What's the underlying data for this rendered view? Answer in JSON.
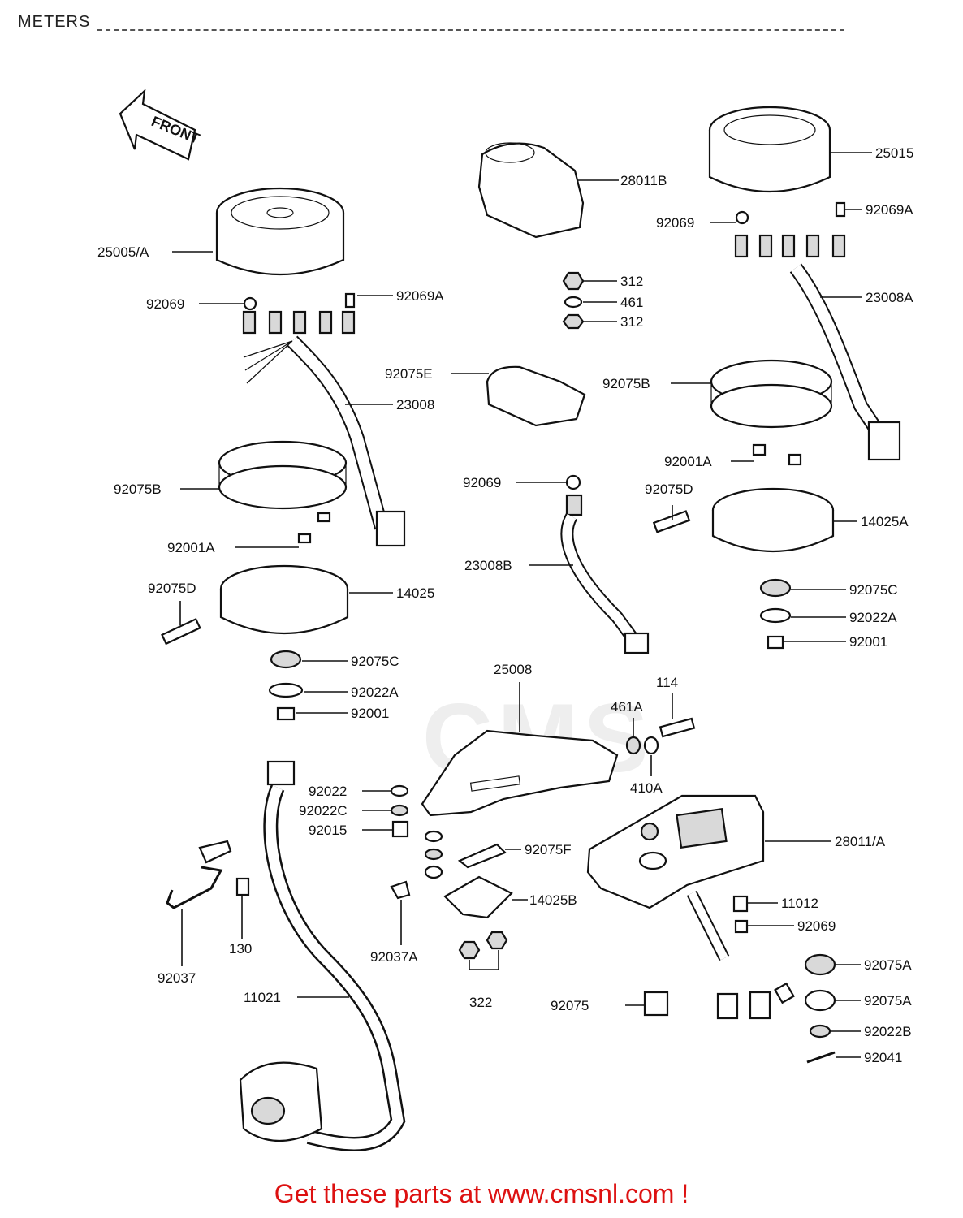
{
  "header": {
    "title": "METERS"
  },
  "front_arrow": {
    "text": "FRONT"
  },
  "watermark": {
    "text": "CMS"
  },
  "callouts": {
    "c25005A": "25005/A",
    "c92069_left": "92069",
    "c92069A_left": "92069A",
    "c23008": "23008",
    "c92075B_left": "92075B",
    "c92001A_left": "92001A",
    "c92075D_left": "92075D",
    "c14025": "14025",
    "c92075C_left": "92075C",
    "c92022A_left": "92022A",
    "c92001_left": "92001",
    "c28011B": "28011B",
    "c312_top": "312",
    "c461": "461",
    "c312_bottom": "312",
    "c92075E": "92075E",
    "c92069_mid": "92069",
    "c23008B": "23008B",
    "c25015": "25015",
    "c92069_right": "92069",
    "c92069A_right": "92069A",
    "c23008A": "23008A",
    "c92075B_right": "92075B",
    "c92001A_right": "92001A",
    "c92075D_right": "92075D",
    "c14025A": "14025A",
    "c92075C_right": "92075C",
    "c92022A_right": "92022A",
    "c92001_right": "92001",
    "c25008": "25008",
    "c114": "114",
    "c461A": "461A",
    "c410A": "410A",
    "c92022": "92022",
    "c92022C": "92022C",
    "c92015": "92015",
    "c92075F": "92075F",
    "c14025B": "14025B",
    "c28011A": "28011/A",
    "c11012": "11012",
    "c92069_low": "92069",
    "c92037": "92037",
    "c130": "130",
    "c92037A": "92037A",
    "c322": "322",
    "c11021": "11021",
    "c92075": "92075",
    "c92075A_top": "92075A",
    "c92075A_bottom": "92075A",
    "c92022B": "92022B",
    "c92041": "92041"
  },
  "footer": {
    "text": "Get these parts at www.cmsnl.com !"
  },
  "colors": {
    "footer": "#dd1111",
    "line": "#111111"
  }
}
